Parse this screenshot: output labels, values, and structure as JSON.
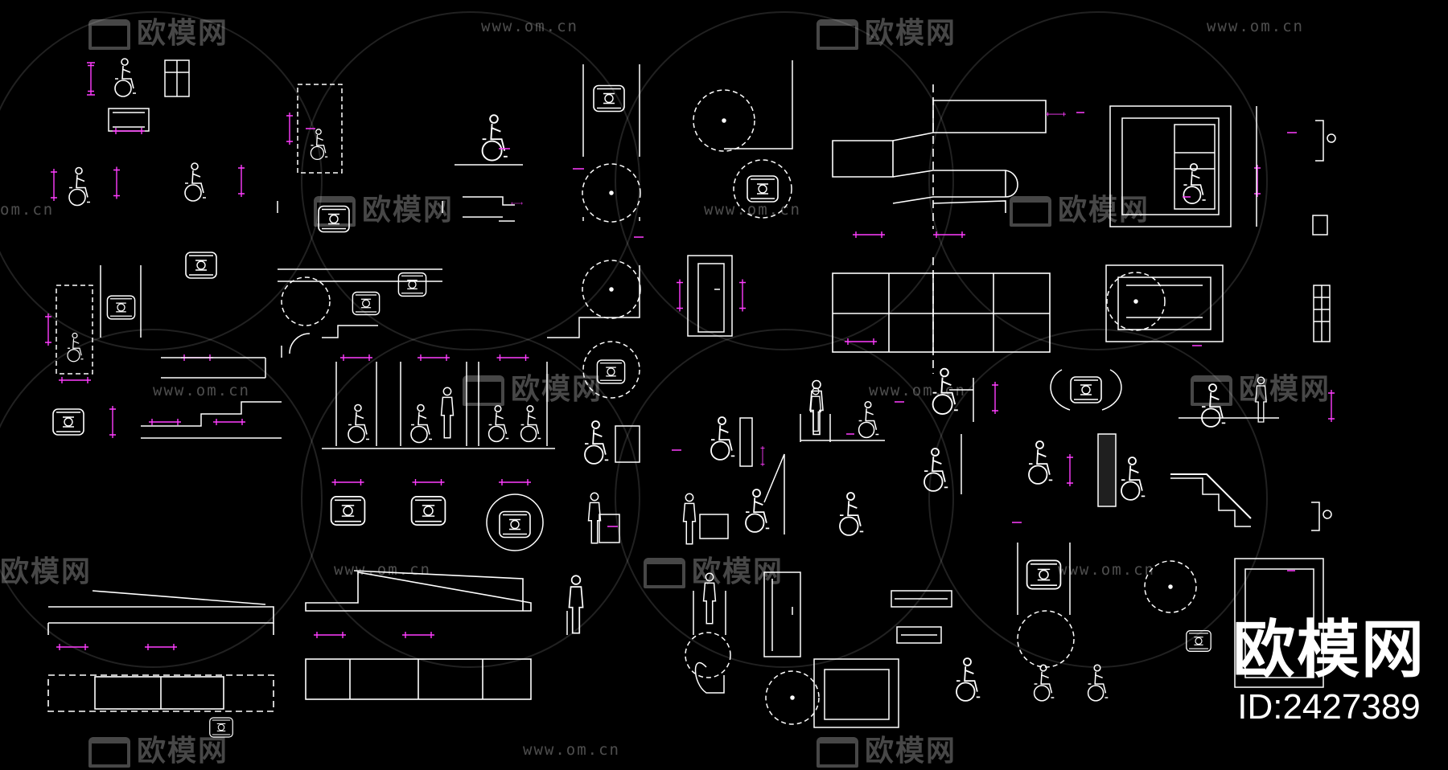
{
  "watermark": {
    "brand": "欧模网",
    "url": "www.om.cn",
    "url_fragment": "om.cn",
    "brand_fragment": "欧模网"
  },
  "asset": {
    "brand_large": "欧模网",
    "id_label": "ID:2427389"
  },
  "colors": {
    "background": "#000000",
    "linework": "#ffffff",
    "dimension": "#ff3dff",
    "watermark": "#8a8a8a"
  },
  "icons": [
    "wheelchair-user-icon",
    "standing-person-icon",
    "turning-circle-icon",
    "grab-bar-icon",
    "sofa-logo-icon"
  ]
}
